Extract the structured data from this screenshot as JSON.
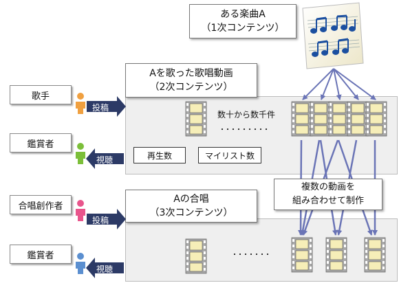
{
  "song": {
    "line1": "ある楽曲A",
    "line2": "（1次コンテンツ）"
  },
  "singing_video": {
    "line1": "Aを歌った歌唱動画",
    "line2": "（2次コンテンツ）"
  },
  "chorus": {
    "line1": "Aの合唱",
    "line2": "（3次コンテンツ）"
  },
  "actors": {
    "singer": "歌手",
    "viewer_top": "鑑賞者",
    "chorus_creator": "合唱創作者",
    "viewer_bottom": "鑑賞者"
  },
  "actions": {
    "post_top": "投稿",
    "watch_top": "視聴",
    "post_bottom": "投稿",
    "watch_bottom": "視聴"
  },
  "counts": {
    "range": "数十から数千件",
    "dots_top": "・・・・・・・・・",
    "dots_bottom": "・・・・・・・",
    "play_count": "再生数",
    "mylist_count": "マイリスト数"
  },
  "combine": {
    "line1": "複数の動画を",
    "line2": "組み合わせて制作"
  },
  "colors": {
    "singer_icon": "#f0a040",
    "viewer_top_icon": "#7cbf3a",
    "chorus_creator_icon": "#e8558c",
    "viewer_bottom_icon": "#5b8fd0",
    "arrow": "#6a74b6",
    "arrow_label_bg": "#2c3a66",
    "film": "#a8a8a8",
    "film_frame": "#f6eeb8",
    "notes": "#1b4fa0"
  },
  "icons": [
    "music-notes-icon",
    "person-icon",
    "film-strip-icon"
  ]
}
